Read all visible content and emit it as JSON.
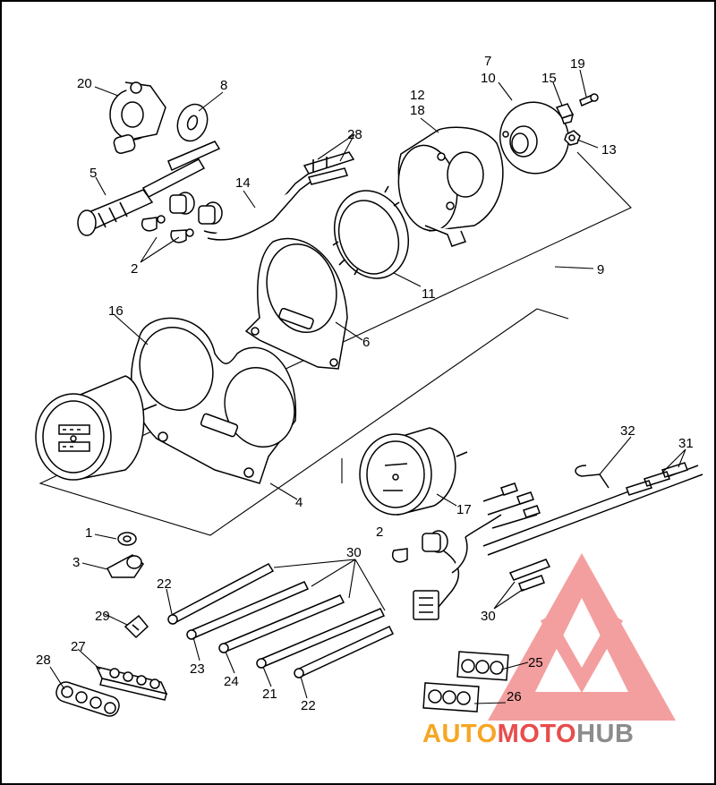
{
  "diagram": {
    "callouts": [
      "20",
      "8",
      "7",
      "10",
      "19",
      "15",
      "12",
      "18",
      "13",
      "28",
      "5",
      "14",
      "2",
      "11",
      "9",
      "16",
      "6",
      "4",
      "17",
      "32",
      "31",
      "1",
      "3",
      "30",
      "22",
      "29",
      "27",
      "23",
      "24",
      "21",
      "28",
      "25",
      "26"
    ],
    "watermark": {
      "part1": "AUTO",
      "part2": "MOTO",
      "part3": "HUB",
      "colors": {
        "orange": "#f5a623",
        "red": "#e84c4c",
        "gray": "#8c8c8c",
        "triangle": "#f07f7f"
      }
    }
  }
}
